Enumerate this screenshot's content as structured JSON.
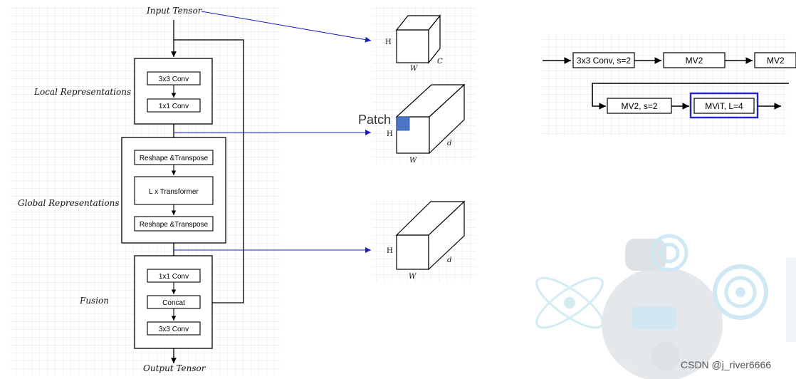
{
  "left_diagram": {
    "input_label": "Input Tensor",
    "output_label": "Output Tensor",
    "local_label": "Local Representations",
    "global_label": "Global Representations",
    "fusion_label": "Fusion",
    "conv3x3_top": "3x3 Conv",
    "conv1x1_top": "1x1 Conv",
    "reshape_top": "Reshape &Transpose",
    "transformer": "L x Transformer",
    "reshape_bottom": "Reshape &Transpose",
    "conv1x1_bottom": "1x1 Conv",
    "concat": "Concat",
    "conv3x3_bottom": "3x3 Conv"
  },
  "tensors": {
    "top": {
      "h": "H",
      "w": "W",
      "c": "C"
    },
    "middle": {
      "patch": "Patch",
      "h": "H",
      "w": "W",
      "d": "d"
    },
    "bottom": {
      "h": "H",
      "w": "W",
      "d": "d"
    }
  },
  "right_flow": {
    "row1": [
      "3x3 Conv, s=2",
      "MV2",
      "MV2"
    ],
    "row2": [
      "MV2, s=2",
      "MViT, L=4"
    ]
  },
  "watermark": "CSDN @j_river6666",
  "colors": {
    "arrow_blue": "#1c1cc8",
    "patch_fill": "#4a74c4",
    "highlight": "#2323c8"
  }
}
